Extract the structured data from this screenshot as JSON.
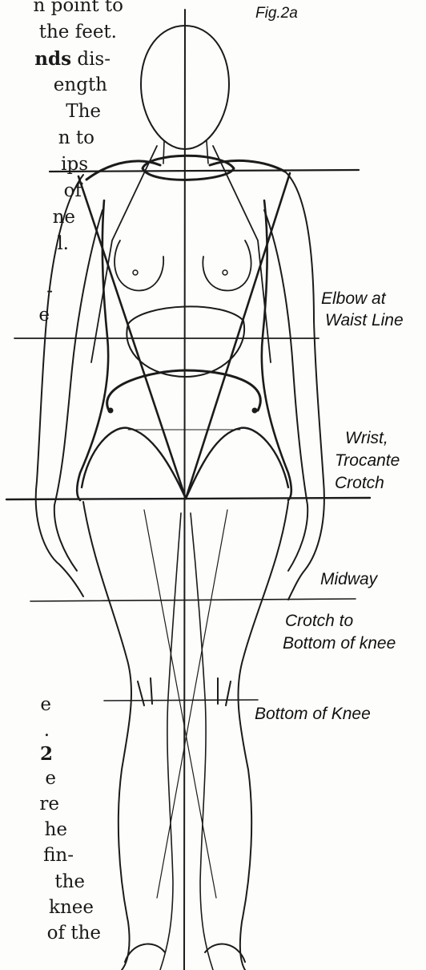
{
  "figure_label": "Fig.2a",
  "body_text": [
    {
      "text": "n point to",
      "bold": ""
    },
    {
      "text": "the feet.",
      "bold": ""
    },
    {
      "text": "",
      "bold": "nds",
      "after": " dis-"
    },
    {
      "text": "ength",
      "bold": ""
    },
    {
      "text": "The",
      "bold": ""
    },
    {
      "text": "n to",
      "bold": ""
    },
    {
      "text": "ips",
      "bold": ""
    },
    {
      "text": "of",
      "bold": ""
    },
    {
      "text": "ne",
      "bold": ""
    },
    {
      "text": "l.",
      "bold": ""
    },
    {
      "text": "-",
      "bold": ""
    },
    {
      "text": "e",
      "bold": ""
    },
    {
      "text": "e",
      "bold": ""
    },
    {
      "text": ".",
      "bold": ""
    },
    {
      "text": "",
      "bold": "2"
    },
    {
      "text": "e",
      "bold": ""
    },
    {
      "text": "re",
      "bold": ""
    },
    {
      "text": "he",
      "bold": ""
    },
    {
      "text": "fin-",
      "bold": ""
    },
    {
      "text": "the",
      "bold": ""
    },
    {
      "text": "knee",
      "bold": ""
    },
    {
      "text": "of the",
      "bold": ""
    }
  ],
  "labels": {
    "elbow_1": "Elbow at",
    "elbow_2": "Waist Line",
    "wrist_1": "Wrist,",
    "wrist_2": "Trocante",
    "wrist_3": "Crotch",
    "midway": "Midway",
    "crotch_1": "Crotch to",
    "crotch_2": "Bottom of knee",
    "knee": "Bottom of Knee"
  }
}
